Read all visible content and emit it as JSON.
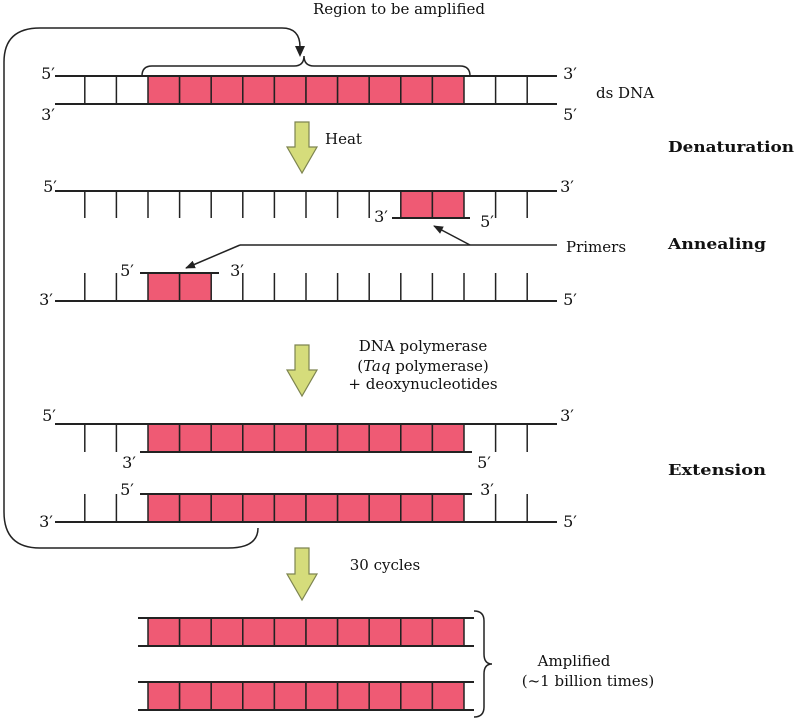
{
  "region_label": "Region to be amplified",
  "ds_dna": {
    "label": "ds DNA",
    "top_left": "5′",
    "top_right": "3′",
    "bottom_left": "3′",
    "bottom_right": "5′"
  },
  "heat_label": "Heat",
  "stages": {
    "denaturation": "Denaturation",
    "annealing": "Annealing",
    "extension": "Extension"
  },
  "denaturation_strand": {
    "left": "5′",
    "right": "3′",
    "primer_left": "3′",
    "primer_right": "5′"
  },
  "primers_label": "Primers",
  "annealing_strand": {
    "primer_left": "5′",
    "primer_right": "3′",
    "left": "3′",
    "right": "5′"
  },
  "polymerase": {
    "line1": "DNA polymerase",
    "line2_open": "(",
    "line2_enzyme": "Taq",
    "line2_close": " polymerase)",
    "line3": "+ deoxynucleotides"
  },
  "extension_top": {
    "left": "5′",
    "right": "3′",
    "new_left": "3′",
    "new_right": "5′"
  },
  "extension_bottom": {
    "new_left": "5′",
    "new_right": "3′",
    "left": "3′",
    "right": "5′"
  },
  "cycles_label": "30 cycles",
  "amplified": {
    "line1": "Amplified",
    "line2": "(~1 billion times)"
  },
  "colors": {
    "target_region": "#ef5a74",
    "arrow_fill": "#d5dc7b",
    "strand": "#222222"
  }
}
